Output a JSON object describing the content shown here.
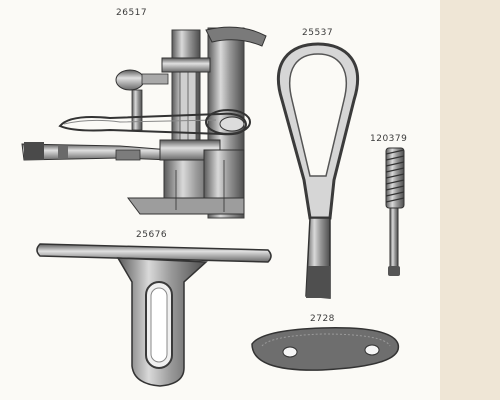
{
  "parts": {
    "presser_foot": {
      "label": "26517",
      "icon": "presser-foot-assembly-icon"
    },
    "tweezers": {
      "label": "25537",
      "icon": "tweezers-icon"
    },
    "screw": {
      "label": "120379",
      "icon": "screw-icon"
    },
    "feed_plate": {
      "label": "25676",
      "icon": "slotted-plate-icon"
    },
    "gasket": {
      "label": "2728",
      "icon": "felt-pad-icon"
    }
  },
  "colors": {
    "paper": "#fbfaf6",
    "margin": "#efe6d6",
    "ink": "#3b3b3b",
    "metal_dark": "#4a4a4a",
    "metal_light": "#bdbdbd"
  }
}
